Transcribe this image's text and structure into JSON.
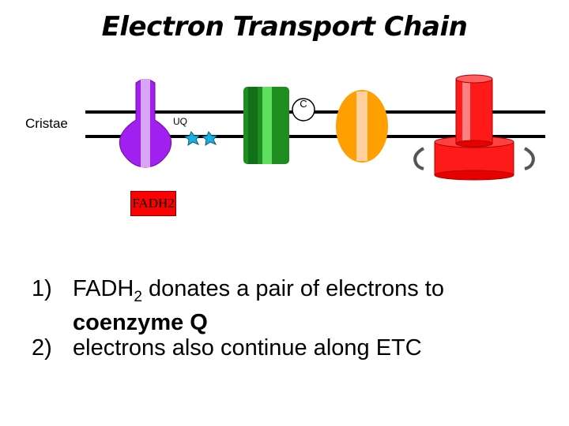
{
  "title": "Electron Transport Chain",
  "diagram": {
    "side_label": "Cristae",
    "uq_label": "UQ",
    "c_label": "C",
    "fadh_label": "FADH2",
    "colors": {
      "complex1": "#a020f0",
      "complex3": "#1f8c1f",
      "complex4": "#ffa000",
      "atp_synthase": "#ff1a1a",
      "fadh_box": "#ff0000",
      "electrons": "#1ab0e0"
    }
  },
  "steps": [
    {
      "number": "1)",
      "text_before": "FADH",
      "subscript": "2",
      "text_after": " donates a pair of electrons to ",
      "bold": "coenzyme Q"
    },
    {
      "number": "2)",
      "text": "electrons also continue along ETC"
    }
  ]
}
